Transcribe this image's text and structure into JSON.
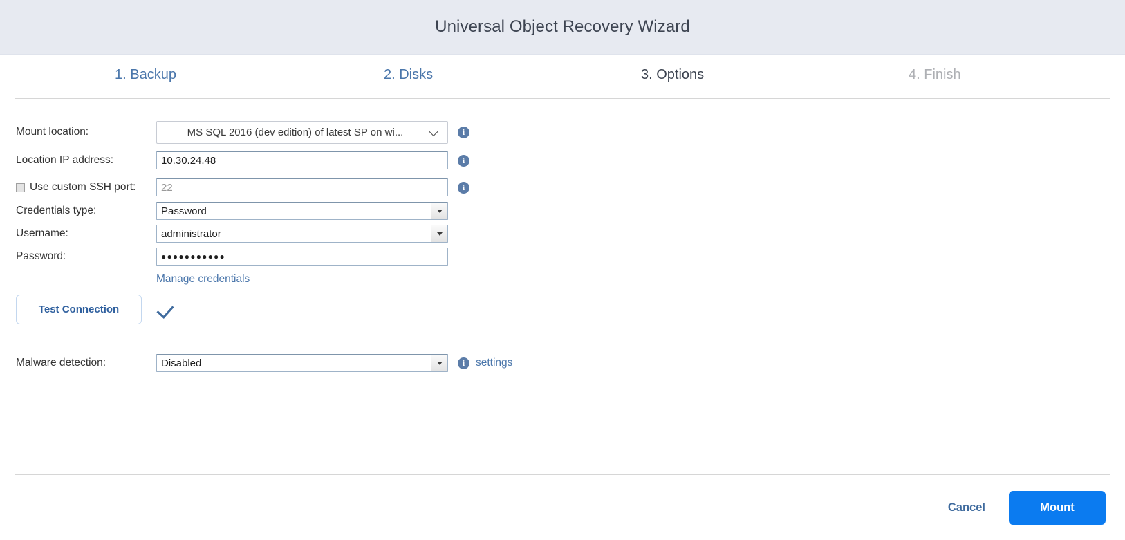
{
  "window": {
    "title": "Universal Object Recovery Wizard"
  },
  "steps": [
    {
      "label": "1. Backup",
      "state": "done"
    },
    {
      "label": "2. Disks",
      "state": "done"
    },
    {
      "label": "3. Options",
      "state": "current"
    },
    {
      "label": "4. Finish",
      "state": "future"
    }
  ],
  "form": {
    "mount_location": {
      "label": "Mount location:",
      "value": "MS SQL 2016 (dev edition) of latest SP on wi...",
      "info": "i"
    },
    "location_ip": {
      "label": "Location IP address:",
      "value": "10.30.24.48",
      "info": "i"
    },
    "ssh_port": {
      "label": "Use custom SSH port:",
      "placeholder": "22",
      "value": "",
      "checked": false,
      "info": "i"
    },
    "credentials_type": {
      "label": "Credentials type:",
      "value": "Password"
    },
    "username": {
      "label": "Username:",
      "value": "administrator"
    },
    "password": {
      "label": "Password:",
      "value": "●●●●●●●●●●●"
    },
    "manage_credentials_link": "Manage credentials",
    "test_connection": {
      "label": "Test Connection",
      "status": "success"
    },
    "malware_detection": {
      "label": "Malware detection:",
      "value": "Disabled",
      "info": "i",
      "settings_link": "settings"
    }
  },
  "footer": {
    "cancel_label": "Cancel",
    "mount_label": "Mount"
  },
  "colors": {
    "titlebar_bg": "#e7eaf1",
    "accent_blue": "#0b7bf0",
    "link_blue": "#4a76ab",
    "step_done": "#4a76ab",
    "step_current": "#3d4451",
    "step_future": "#aeb0b4",
    "info_icon": "#5b7ca8"
  }
}
